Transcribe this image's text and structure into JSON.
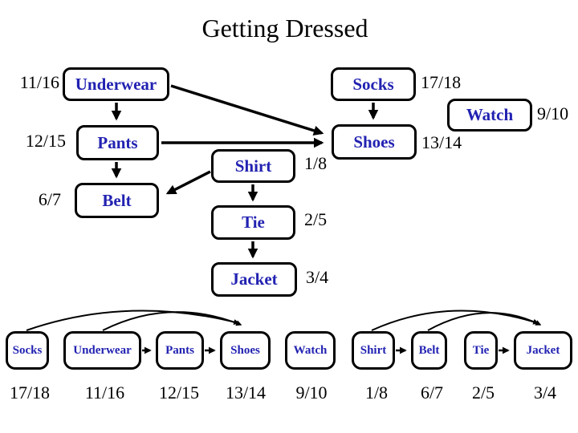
{
  "title": "Getting Dressed",
  "colors": {
    "node_text": "#2222b2",
    "line": "#000000",
    "background": "#ffffff"
  },
  "dag": {
    "nodes": {
      "underwear": {
        "label": "Underwear",
        "time": "11/16"
      },
      "socks": {
        "label": "Socks",
        "time": "17/18"
      },
      "watch": {
        "label": "Watch",
        "time": "9/10"
      },
      "pants": {
        "label": "Pants",
        "time": "12/15"
      },
      "shoes": {
        "label": "Shoes",
        "time": "13/14"
      },
      "shirt": {
        "label": "Shirt",
        "time": "1/8"
      },
      "belt": {
        "label": "Belt",
        "time": "6/7"
      },
      "tie": {
        "label": "Tie",
        "time": "2/5"
      },
      "jacket": {
        "label": "Jacket",
        "time": "3/4"
      }
    },
    "edges": [
      {
        "from": "Underwear",
        "to": "Pants"
      },
      {
        "from": "Underwear",
        "to": "Shoes"
      },
      {
        "from": "Pants",
        "to": "Shoes"
      },
      {
        "from": "Pants",
        "to": "Belt"
      },
      {
        "from": "Socks",
        "to": "Shoes"
      },
      {
        "from": "Shirt",
        "to": "Belt"
      },
      {
        "from": "Shirt",
        "to": "Tie"
      },
      {
        "from": "Tie",
        "to": "Jacket"
      }
    ]
  },
  "sorted": {
    "items": [
      {
        "label": "Socks",
        "time": "17/18"
      },
      {
        "label": "Underwear",
        "time": "11/16"
      },
      {
        "label": "Pants",
        "time": "12/15"
      },
      {
        "label": "Shoes",
        "time": "13/14"
      },
      {
        "label": "Watch",
        "time": "9/10"
      },
      {
        "label": "Shirt",
        "time": "1/8"
      },
      {
        "label": "Belt",
        "time": "6/7"
      },
      {
        "label": "Tie",
        "time": "2/5"
      },
      {
        "label": "Jacket",
        "time": "3/4"
      }
    ],
    "edges": [
      {
        "from": "Socks",
        "to": "Shoes",
        "type": "arc"
      },
      {
        "from": "Underwear",
        "to": "Pants",
        "type": "adjacent"
      },
      {
        "from": "Underwear",
        "to": "Shoes",
        "type": "arc"
      },
      {
        "from": "Pants",
        "to": "Shoes",
        "type": "adjacent"
      },
      {
        "from": "Shirt",
        "to": "Belt",
        "type": "adjacent"
      },
      {
        "from": "Shirt",
        "to": "Jacket",
        "type": "arc"
      },
      {
        "from": "Belt",
        "to": "Jacket",
        "type": "arc"
      },
      {
        "from": "Tie",
        "to": "Jacket",
        "type": "adjacent"
      }
    ]
  }
}
